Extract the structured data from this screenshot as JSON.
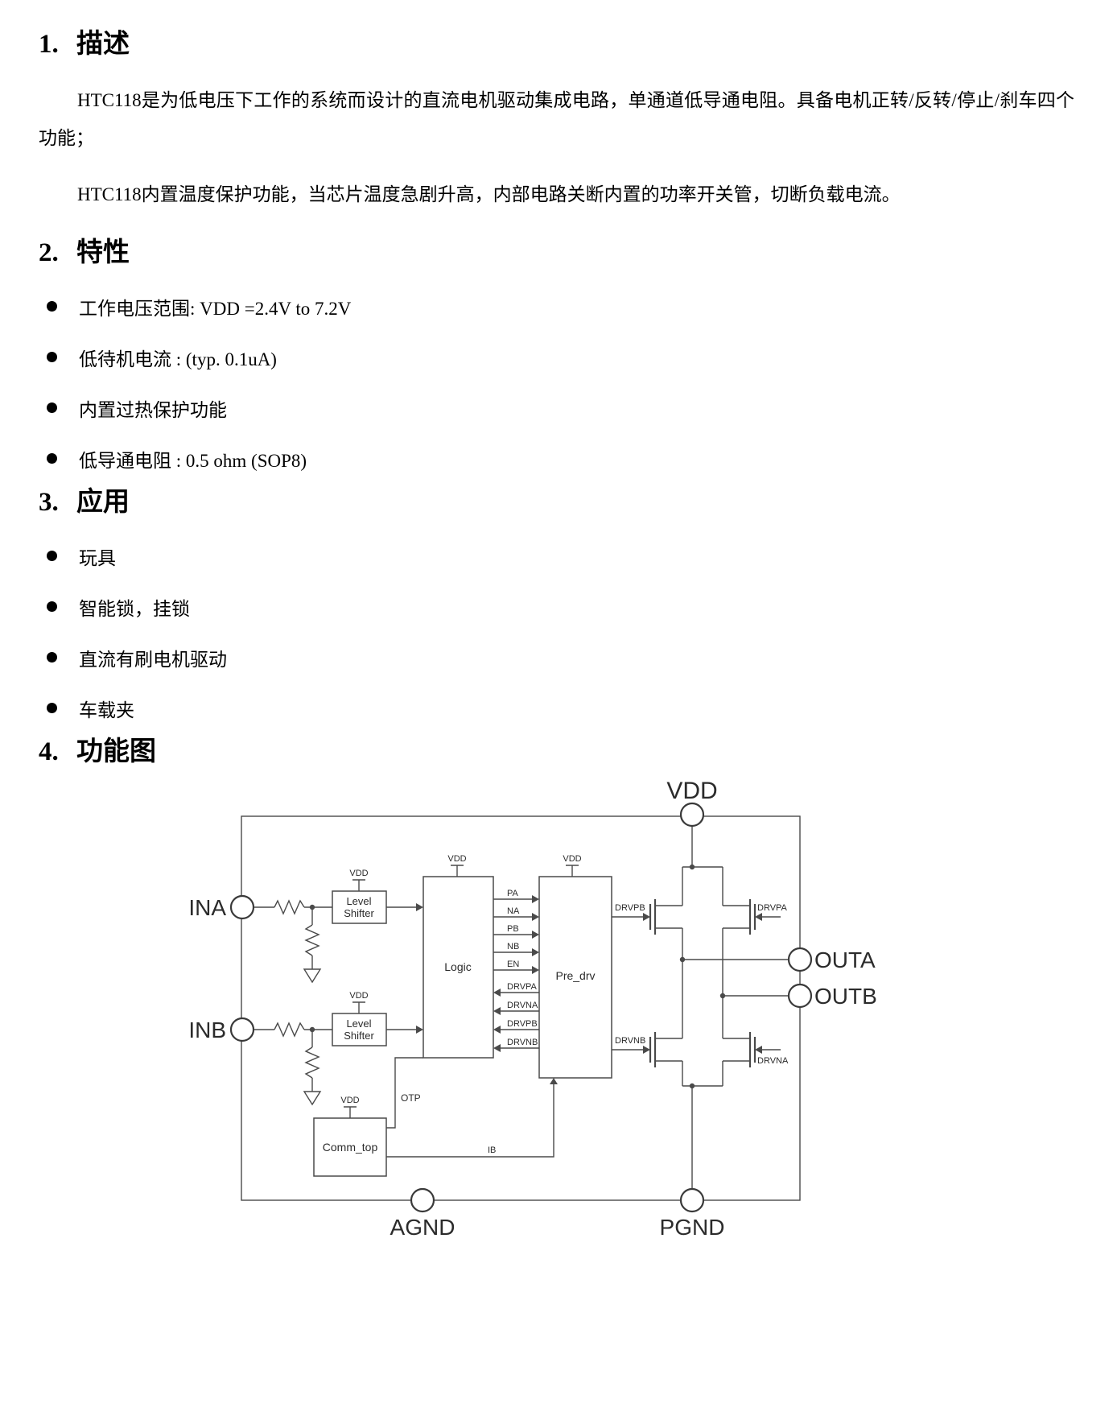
{
  "doc": {
    "sections": {
      "desc": {
        "num": "1.",
        "title": "描述",
        "para1": "HTC118是为低电压下工作的系统而设计的直流电机驱动集成电路，单通道低导通电阻。具备电机正转/反转/停止/刹车四个功能；",
        "para2": "HTC118内置温度保护功能，当芯片温度急剧升高，内部电路关断内置的功率开关管，切断负载电流。"
      },
      "features": {
        "num": "2.",
        "title": "特性",
        "items": [
          "工作电压范围: VDD =2.4V to 7.2V",
          "低待机电流 : (typ. 0.1uA)",
          "内置过热保护功能",
          "低导通电阻 : 0.5 ohm (SOP8)"
        ]
      },
      "apps": {
        "num": "3.",
        "title": "应用",
        "items": [
          "玩具",
          "智能锁，挂锁",
          "直流有刷电机驱动",
          "车载夹"
        ]
      },
      "fdiagram": {
        "num": "4.",
        "title": "功能图"
      }
    }
  },
  "diagram": {
    "pins": {
      "vdd": "VDD",
      "ina": "INA",
      "inb": "INB",
      "outa": "OUTA",
      "outb": "OUTB",
      "agnd": "AGND",
      "pgnd": "PGND"
    },
    "blocks": {
      "level_line1": "Level",
      "level_line2": "Shifter",
      "logic": "Logic",
      "pre_drv": "Pre_drv",
      "comm_top": "Comm_top"
    },
    "supply_label": "VDD",
    "signals": {
      "pa": "PA",
      "na": "NA",
      "pb": "PB",
      "nb": "NB",
      "en": "EN",
      "drvpa": "DRVPA",
      "drvna": "DRVNA",
      "drvpb": "DRVPB",
      "drvnb": "DRVNB",
      "otp": "OTP",
      "ib": "IB"
    }
  }
}
